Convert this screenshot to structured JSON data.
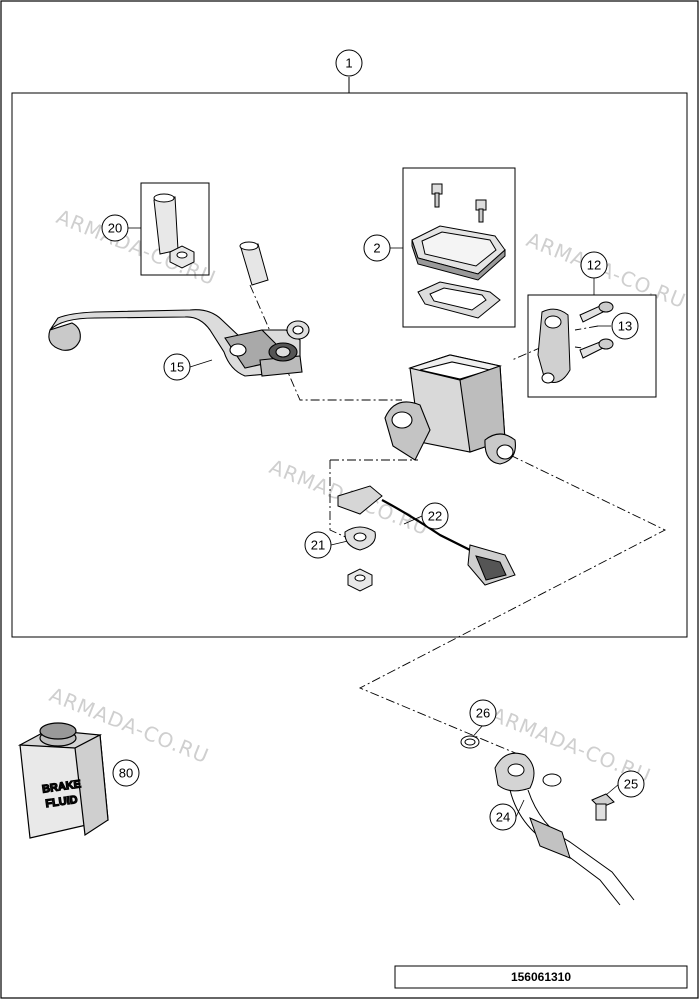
{
  "callouts": {
    "c1": "1",
    "c2": "2",
    "c12": "12",
    "c13": "13",
    "c15": "15",
    "c20": "20",
    "c21": "21",
    "c22": "22",
    "c24": "24",
    "c25": "25",
    "c26": "26",
    "c80": "80"
  },
  "watermark": "ARMADA-CO.RU",
  "bottle_label": {
    "line1": "BRAKE",
    "line2": "FLUID"
  },
  "diagram_ref": "156061310"
}
